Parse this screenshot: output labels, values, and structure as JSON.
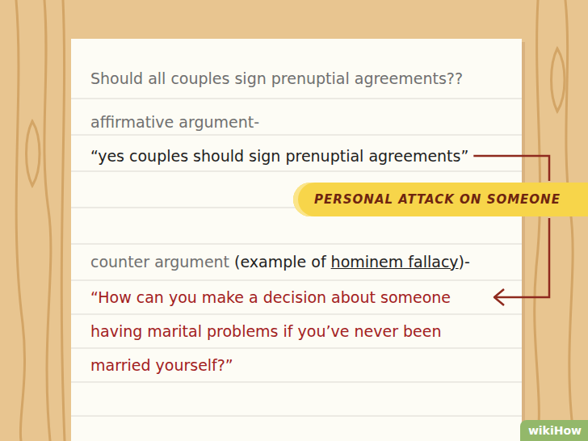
{
  "diagram": {
    "nodes": [
      {
        "text": [
          "Should all couples sign prenuptial agreements??",
          "affirmative argument-",
          "“yes couples should sign prenuptial agreements”",
          "counter argument",
          "(example of",
          "hominem fallacy",
          ")-",
          "“How can you make a decision about someone having marital problems if you’ve never been married yourself?”"
        ]
      },
      {
        "text": [
          "PERSONAL ATTACK ON SOMEONE"
        ]
      }
    ],
    "labels": [
      "wikiHow"
    ]
  }
}
